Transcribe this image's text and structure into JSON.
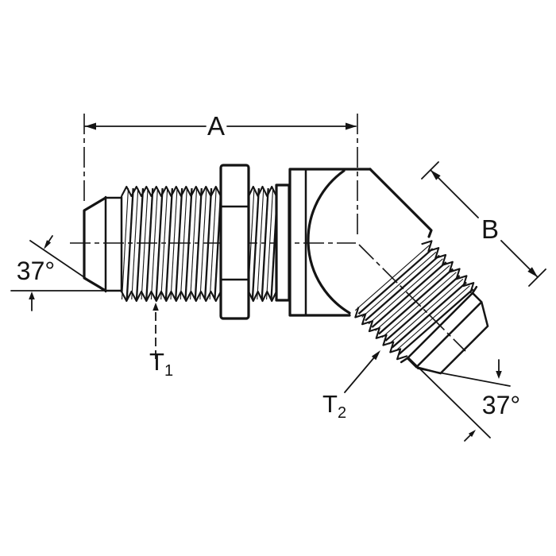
{
  "page": {
    "paper_color": "#ffffff",
    "ink_color": "#141414"
  },
  "drawing": {
    "labels": {
      "dim_a": "A",
      "dim_b": "B",
      "left_flare_angle": "37°",
      "right_flare_angle": "37°",
      "thread1": "T",
      "thread1_sub": "1",
      "thread2": "T",
      "thread2_sub": "2"
    }
  }
}
